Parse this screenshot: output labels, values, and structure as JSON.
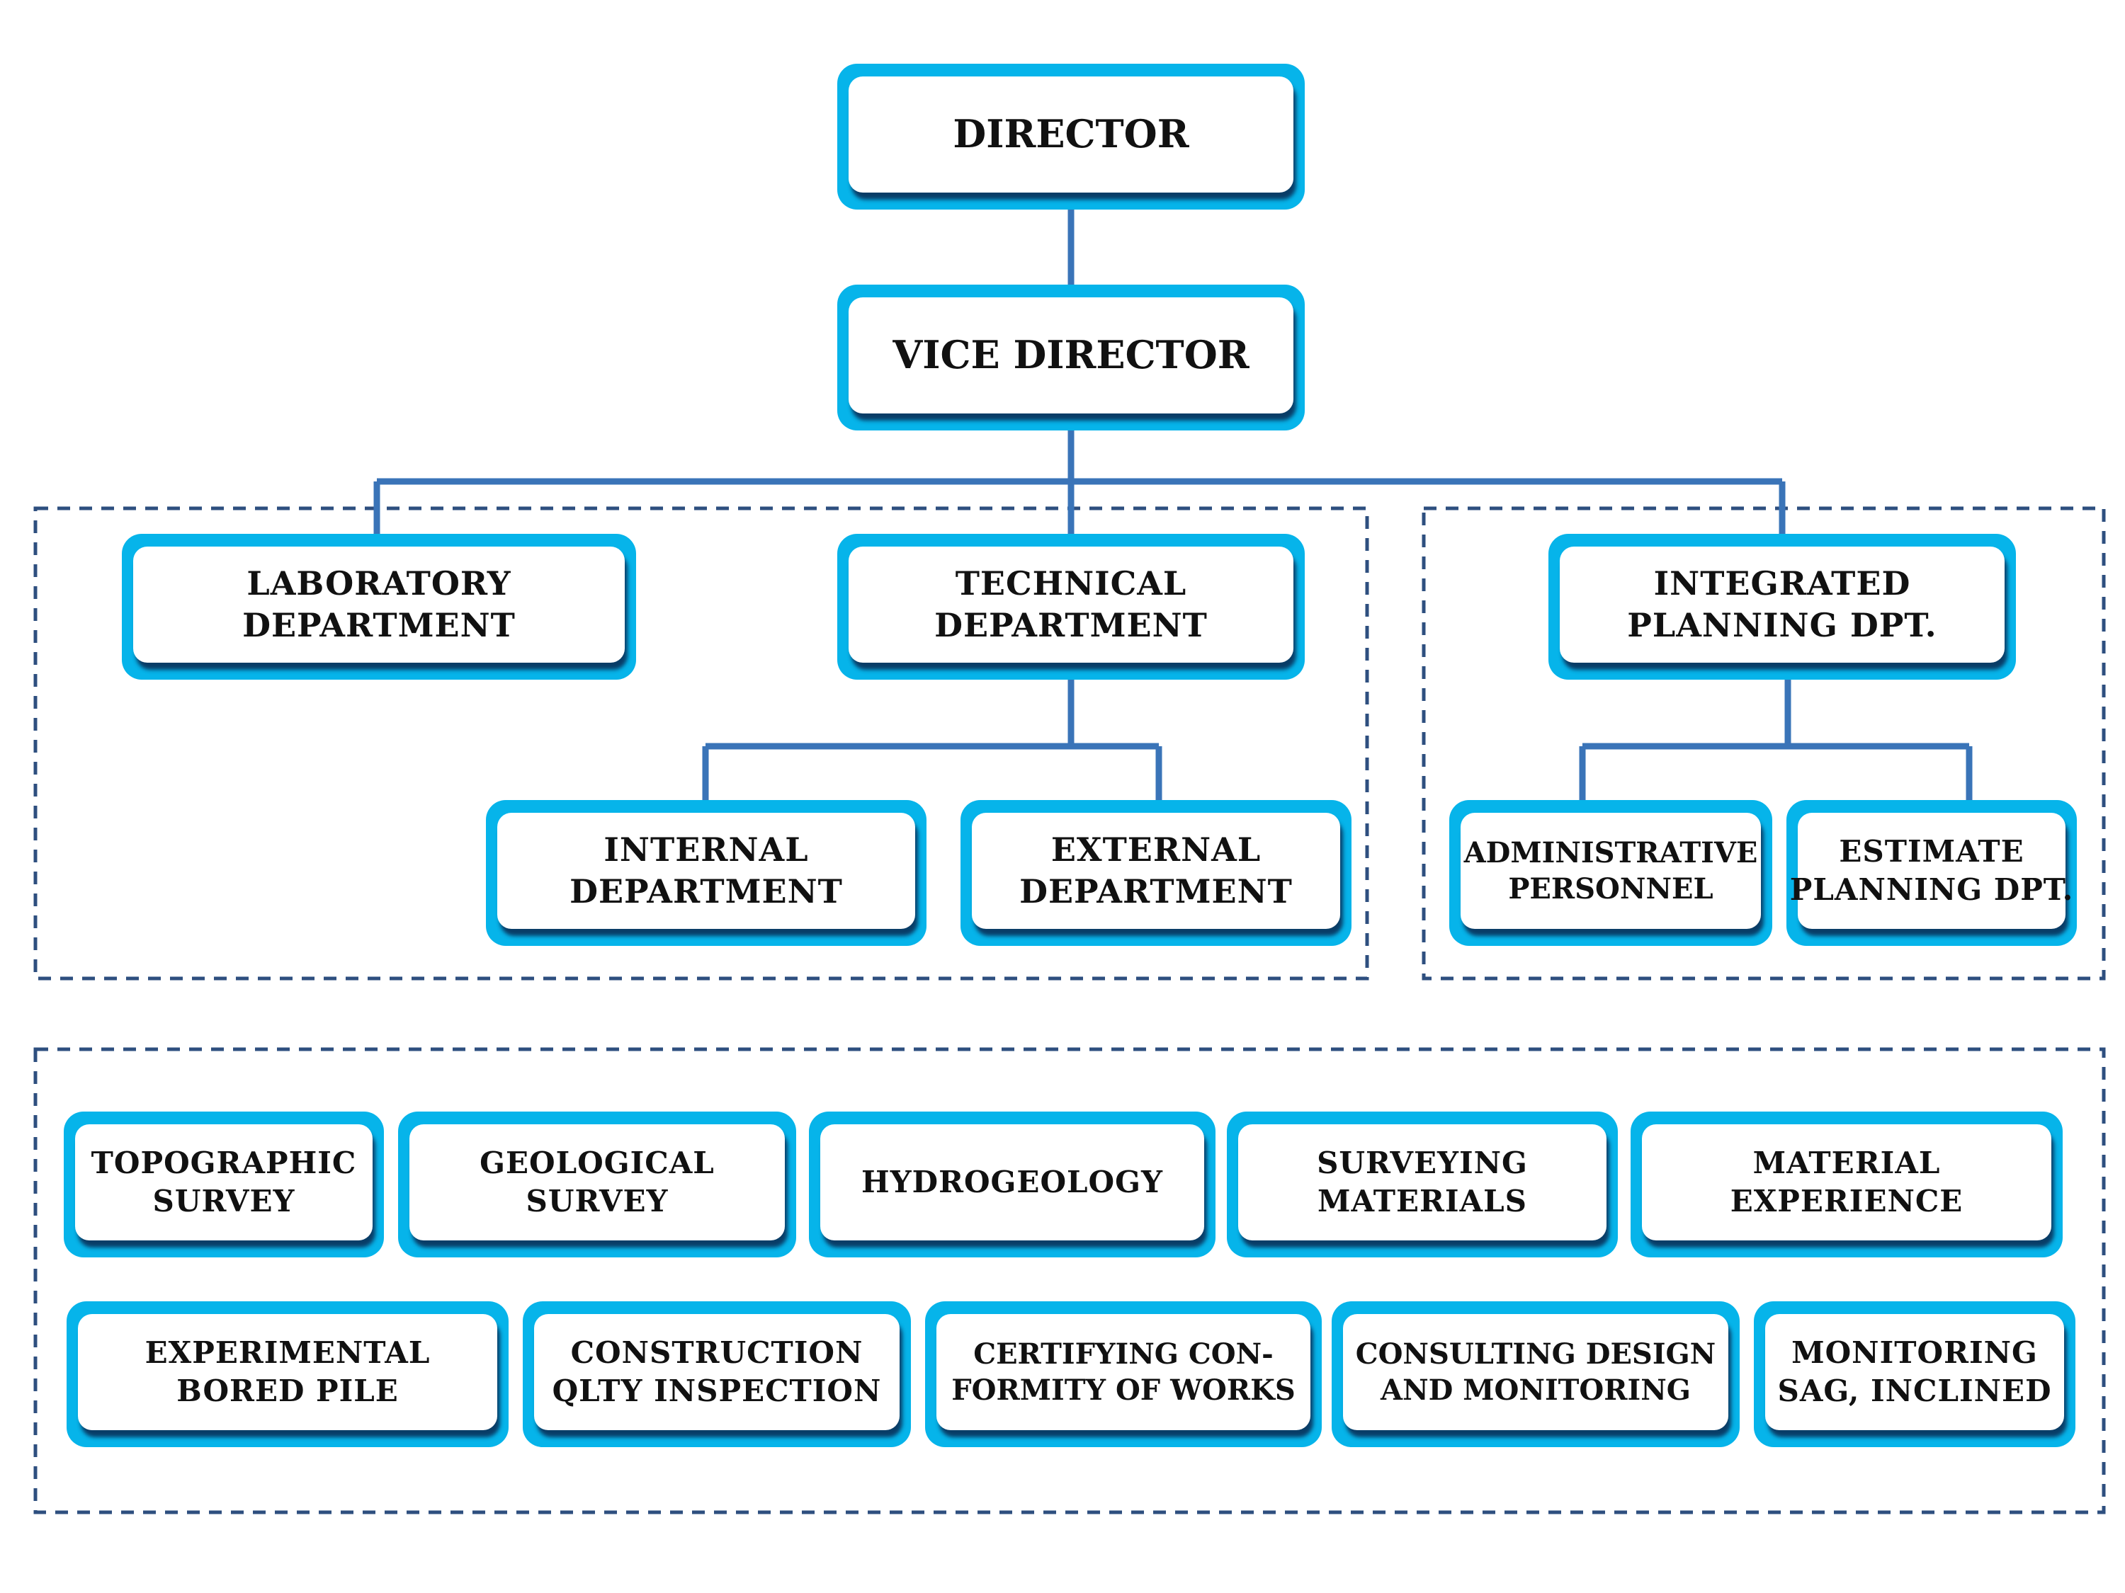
{
  "nodes": {
    "director": "DIRECTOR",
    "vice_director": "VICE DIRECTOR",
    "laboratory": [
      "LABORATORY",
      "DEPARTMENT"
    ],
    "technical": [
      "TECHNICAL",
      "DEPARTMENT"
    ],
    "integrated_planning": [
      "INTEGRATED",
      "PLANNING DPT."
    ],
    "internal": [
      "INTERNAL",
      "DEPARTMENT"
    ],
    "external": [
      "EXTERNAL",
      "DEPARTMENT"
    ],
    "administrative": [
      "ADMINISTRATIVE",
      "PERSONNEL"
    ],
    "estimate_planning": [
      "ESTIMATE",
      "PLANNING DPT."
    ]
  },
  "services_row1": [
    [
      "TOPOGRAPHIC",
      "SURVEY"
    ],
    [
      "GEOLOGICAL",
      "SURVEY"
    ],
    [
      "HYDROGEOLOGY"
    ],
    [
      "SURVEYING",
      "MATERIALS"
    ],
    [
      "MATERIAL",
      "EXPERIENCE"
    ]
  ],
  "services_row2": [
    [
      "EXPERIMENTAL",
      "BORED PILE"
    ],
    [
      "CONSTRUCTION",
      "QLTY INSPECTION"
    ],
    [
      "CERTIFYING CON-",
      "FORMITY OF WORKS"
    ],
    [
      "CONSULTING DESIGN",
      "AND MONITORING"
    ],
    [
      "MONITORING",
      "SAG, INCLINED"
    ]
  ],
  "colors": {
    "box_border": "#06b4ea",
    "connector": "#3a74b8",
    "dashed_frame": "#2e4f7f"
  }
}
